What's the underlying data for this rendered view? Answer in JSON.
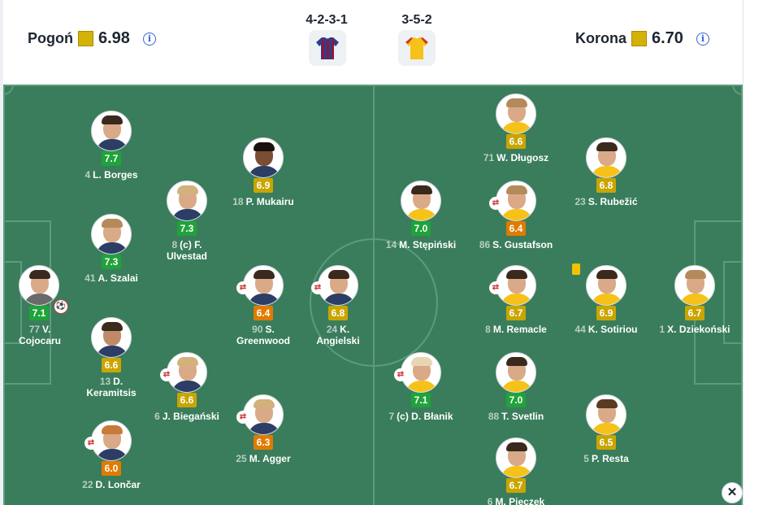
{
  "home": {
    "name": "Pogoń",
    "rating": "6.98",
    "formation": "4-2-3-1",
    "info_icon": "info-icon"
  },
  "away": {
    "name": "Korona",
    "rating": "6.70",
    "formation": "3-5-2",
    "info_icon": "info-icon"
  },
  "colors": {
    "pitch": "#3a7d5c",
    "green": "#1fa33a",
    "yellow": "#c9a500",
    "orange": "#e07b00",
    "home_kit_a": "#8a1a3a",
    "home_kit_b": "#2b3f8f",
    "away_kit": "#f6c21a",
    "away_kit_trim": "#d1362e"
  },
  "home_players": [
    {
      "num": "4",
      "name": "L. Borges",
      "rating": "7.7",
      "tier": "green"
    },
    {
      "num": "41",
      "name": "A. Szalai",
      "rating": "7.3",
      "tier": "green"
    },
    {
      "num": "77",
      "name": "V. Cojocaru",
      "rating": "7.1",
      "tier": "green"
    },
    {
      "num": "13",
      "name": "D. Keramitsis",
      "rating": "6.6",
      "tier": "yellow"
    },
    {
      "num": "22",
      "name": "D. Lončar",
      "rating": "6.0",
      "tier": "orange"
    },
    {
      "num": "8",
      "name": "(c) F. Ulvestad",
      "rating": "7.3",
      "tier": "green"
    },
    {
      "num": "6",
      "name": "J. Biegański",
      "rating": "6.6",
      "tier": "yellow"
    },
    {
      "num": "18",
      "name": "P. Mukairu",
      "rating": "6.9",
      "tier": "yellow"
    },
    {
      "num": "90",
      "name": "S. Greenwood",
      "rating": "6.4",
      "tier": "orange"
    },
    {
      "num": "25",
      "name": "M. Agger",
      "rating": "6.3",
      "tier": "orange"
    },
    {
      "num": "24",
      "name": "K. Angielski",
      "rating": "6.8",
      "tier": "yellow"
    }
  ],
  "away_players": [
    {
      "num": "71",
      "name": "W. Długosz",
      "rating": "6.6",
      "tier": "yellow"
    },
    {
      "num": "23",
      "name": "S. Rubežić",
      "rating": "6.8",
      "tier": "yellow"
    },
    {
      "num": "14",
      "name": "M. Stępiński",
      "rating": "7.0",
      "tier": "green"
    },
    {
      "num": "86",
      "name": "S. Gustafson",
      "rating": "6.4",
      "tier": "orange"
    },
    {
      "num": "8",
      "name": "M. Remacle",
      "rating": "6.7",
      "tier": "yellow"
    },
    {
      "num": "44",
      "name": "K. Sotiriou",
      "rating": "6.9",
      "tier": "yellow"
    },
    {
      "num": "1",
      "name": "X. Dziekoński",
      "rating": "6.7",
      "tier": "yellow"
    },
    {
      "num": "7",
      "name": "(c) D. Błanik",
      "rating": "7.1",
      "tier": "green"
    },
    {
      "num": "88",
      "name": "T. Svetlin",
      "rating": "7.0",
      "tier": "green"
    },
    {
      "num": "5",
      "name": "P. Resta",
      "rating": "6.5",
      "tier": "yellow"
    },
    {
      "num": "6",
      "name": "M. Pieczek",
      "rating": "6.7",
      "tier": "yellow"
    }
  ],
  "close_label": "✕"
}
